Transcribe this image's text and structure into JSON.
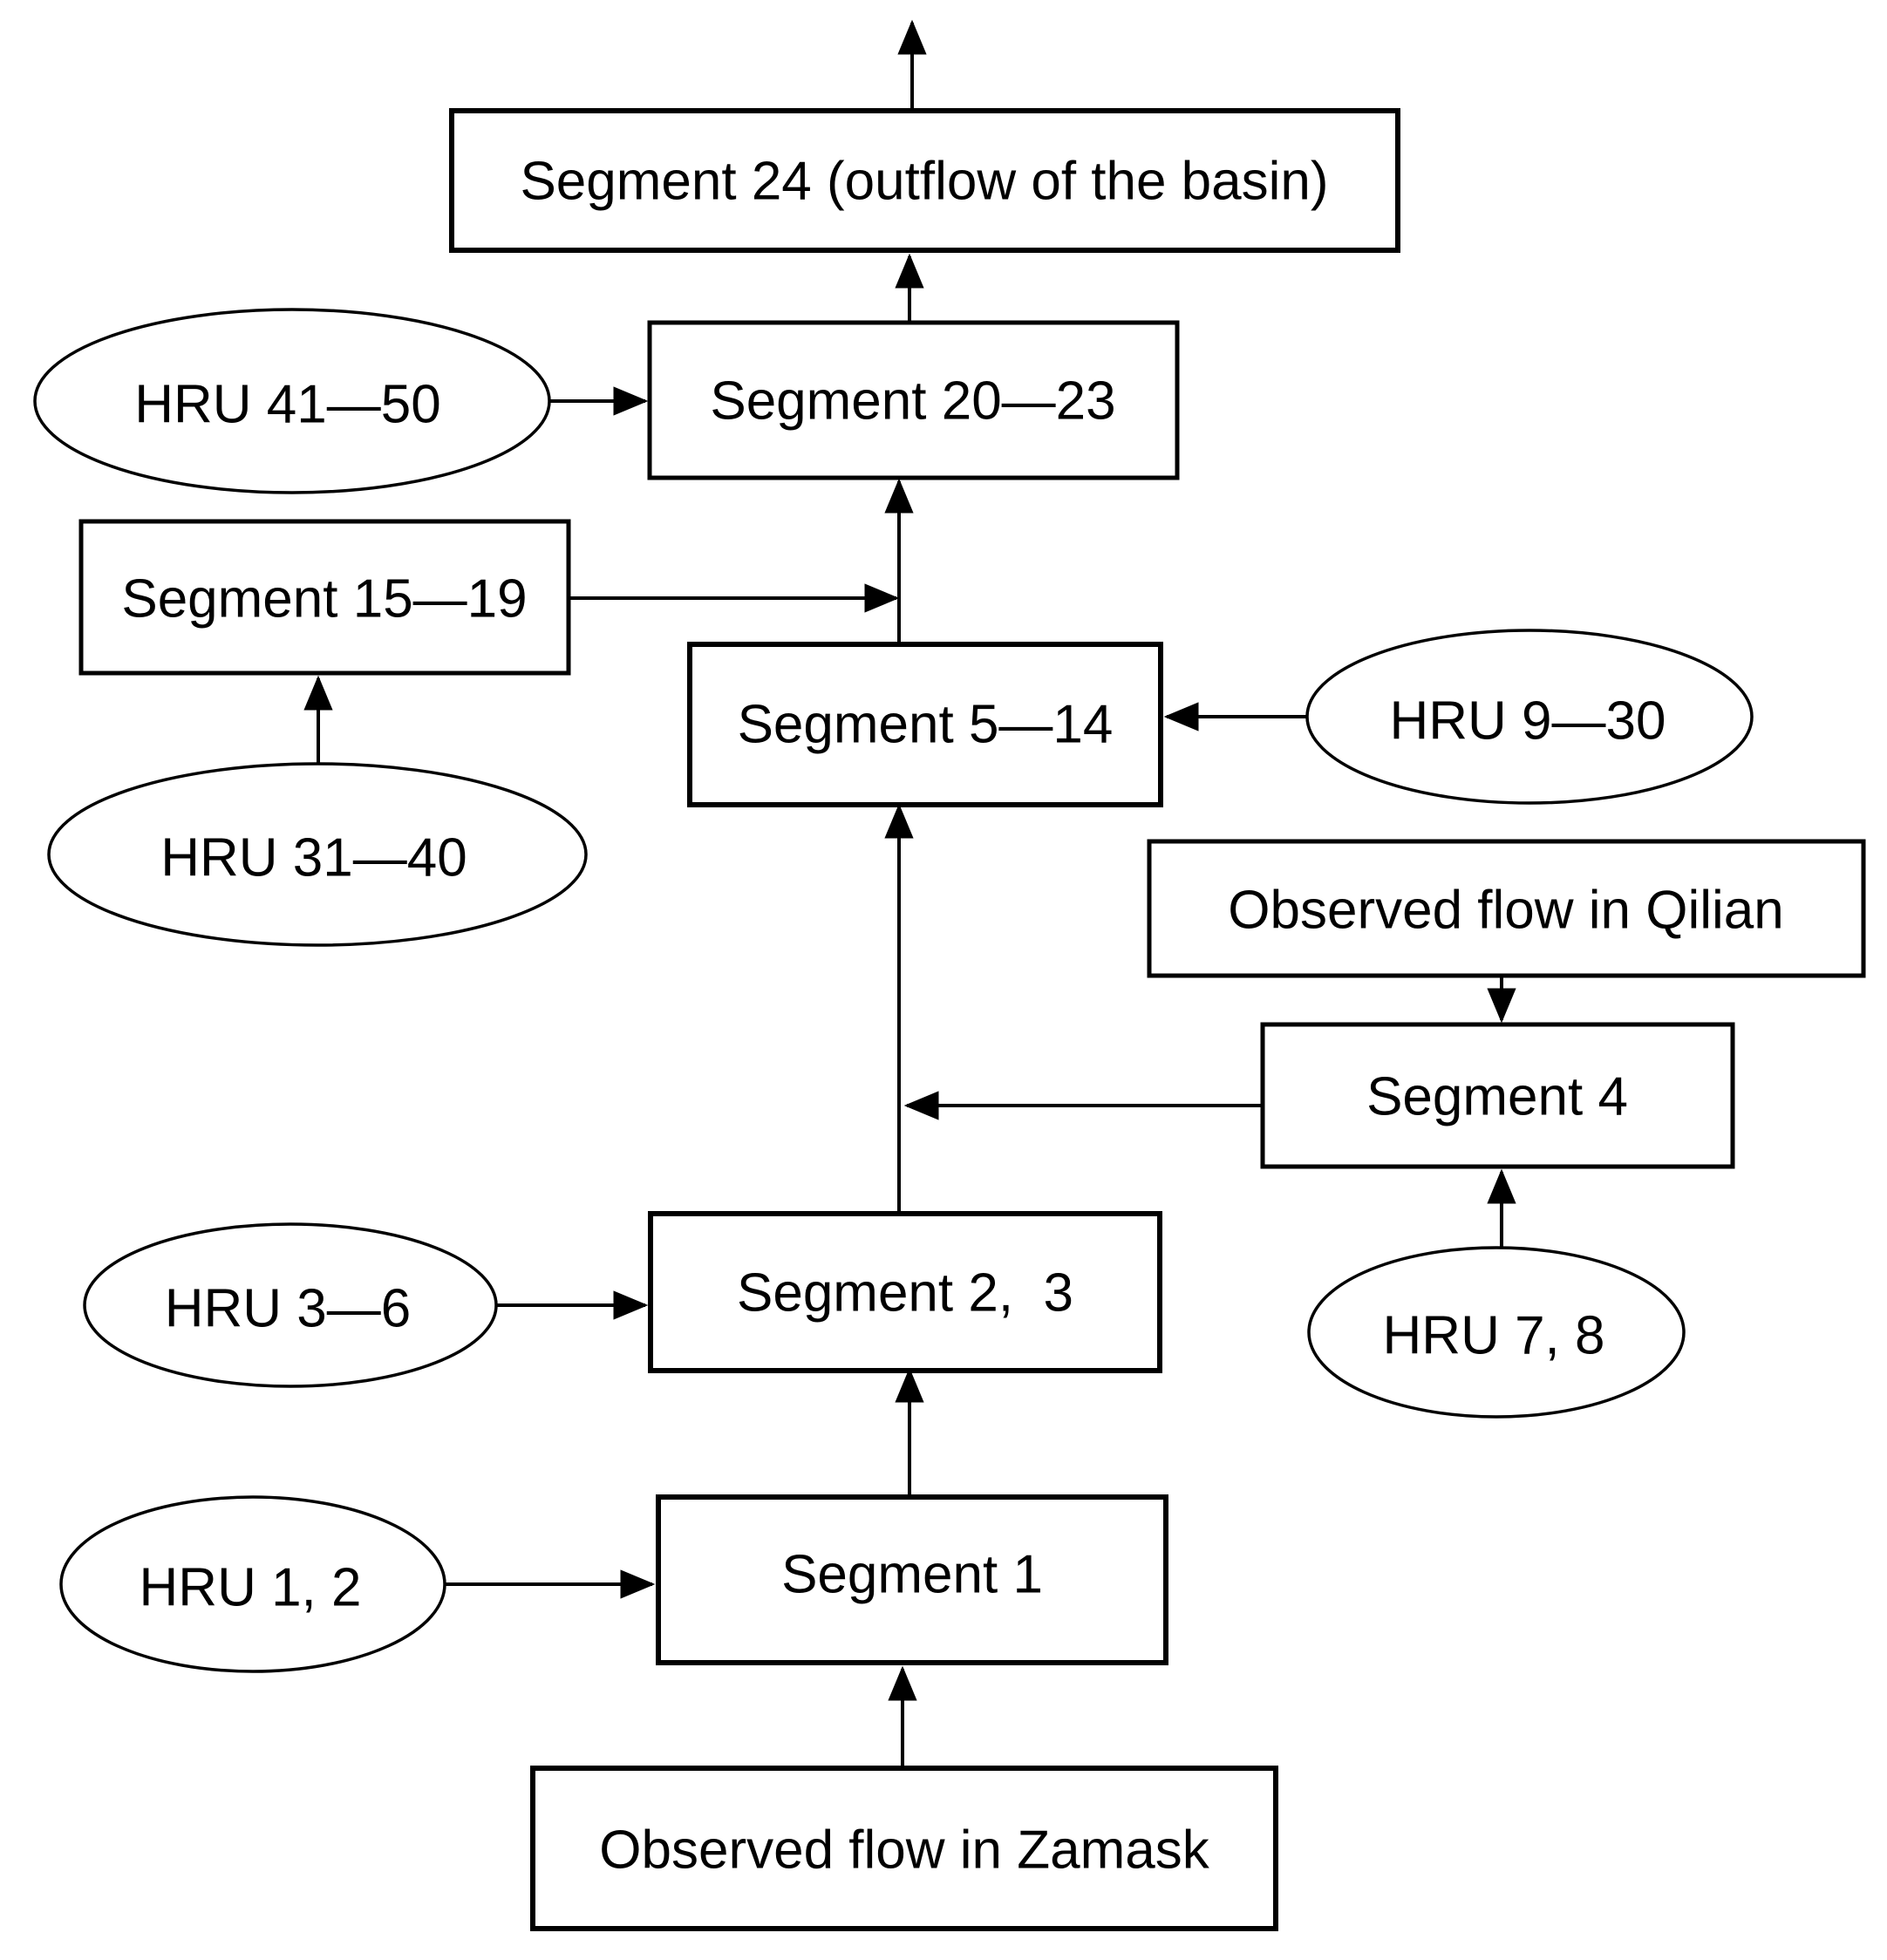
{
  "diagram": {
    "type": "flowchart",
    "description": "Routing scheme of HRUs and stream segments to the basin outflow",
    "nodes": {
      "seg24": {
        "label": "Segment 24 (outflow of the basin)",
        "shape": "rect"
      },
      "seg20_23": {
        "label": "Segment 20—23",
        "shape": "rect"
      },
      "seg15_19": {
        "label": "Segment 15—19",
        "shape": "rect"
      },
      "seg5_14": {
        "label": "Segment 5—14",
        "shape": "rect"
      },
      "qilian": {
        "label": "Observed flow in Qilian",
        "shape": "rect"
      },
      "seg4": {
        "label": "Segment 4",
        "shape": "rect"
      },
      "seg2_3": {
        "label": "Segment 2,  3",
        "shape": "rect"
      },
      "seg1": {
        "label": "Segment 1",
        "shape": "rect"
      },
      "zamask": {
        "label": "Observed flow in Zamask",
        "shape": "rect"
      },
      "hru41_50": {
        "label": "HRU 41—50",
        "shape": "ellipse"
      },
      "hru31_40": {
        "label": "HRU 31—40",
        "shape": "ellipse"
      },
      "hru9_30": {
        "label": "HRU 9—30",
        "shape": "ellipse"
      },
      "hru3_6": {
        "label": "HRU 3—6",
        "shape": "ellipse"
      },
      "hru7_8": {
        "label": "HRU 7, 8",
        "shape": "ellipse"
      },
      "hru1_2": {
        "label": "HRU 1, 2",
        "shape": "ellipse"
      }
    },
    "edges": [
      {
        "from": "seg24",
        "to": "outside_top",
        "note": "outflow arrow leaving the diagram upward"
      },
      {
        "from": "seg20_23",
        "to": "seg24"
      },
      {
        "from": "hru41_50",
        "to": "seg20_23"
      },
      {
        "from": "seg5_14",
        "to": "seg20_23"
      },
      {
        "from": "seg15_19",
        "to": "seg20_23",
        "note": "joins the seg5_14 to seg20_23 connector line"
      },
      {
        "from": "hru31_40",
        "to": "seg15_19"
      },
      {
        "from": "hru9_30",
        "to": "seg5_14"
      },
      {
        "from": "qilian",
        "to": "seg4"
      },
      {
        "from": "seg4",
        "to": "seg5_14",
        "note": "joins the seg2_3 to seg5_14 connector line"
      },
      {
        "from": "seg2_3",
        "to": "seg5_14"
      },
      {
        "from": "hru3_6",
        "to": "seg2_3"
      },
      {
        "from": "hru7_8",
        "to": "seg4"
      },
      {
        "from": "seg1",
        "to": "seg2_3"
      },
      {
        "from": "hru1_2",
        "to": "seg1"
      },
      {
        "from": "zamask",
        "to": "seg1"
      }
    ],
    "colors": {
      "stroke": "#000000",
      "fill": "#ffffff",
      "text": "#000000",
      "background": "#ffffff"
    }
  }
}
